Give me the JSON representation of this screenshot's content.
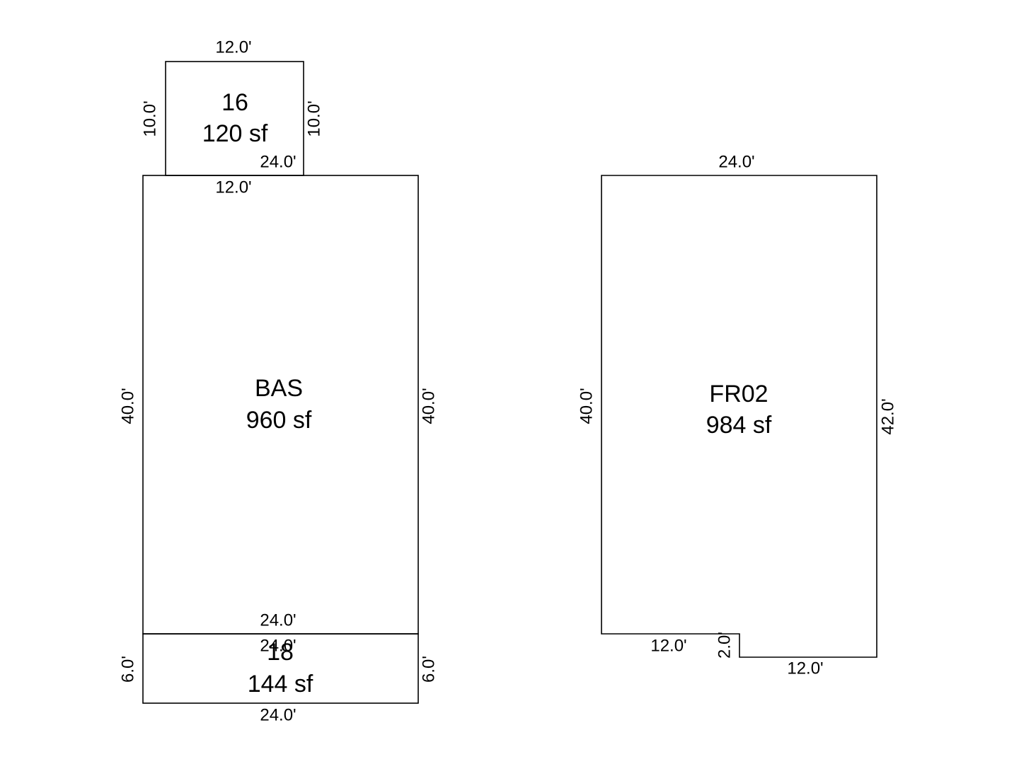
{
  "sketch": {
    "areas": [
      {
        "code": "16",
        "size": "120 sf",
        "dims": {
          "top": "12.0'",
          "left": "10.0'",
          "right": "10.0'",
          "bottom": "12.0'"
        }
      },
      {
        "code": "BAS",
        "size": "960 sf",
        "dims": {
          "top": "24.0'",
          "left": "40.0'",
          "right": "40.0'",
          "bottom": "24.0'"
        }
      },
      {
        "code": "18",
        "size": "144 sf",
        "dims": {
          "top": "24.0'",
          "left": "6.0'",
          "right": "6.0'",
          "bottom": "24.0'"
        }
      },
      {
        "code": "FR02",
        "size": "984 sf",
        "dims": {
          "top": "24.0'",
          "left": "40.0'",
          "right": "42.0'",
          "bottom_left": "12.0'",
          "step": "2.0'",
          "bottom_right": "12.0'"
        }
      }
    ]
  }
}
